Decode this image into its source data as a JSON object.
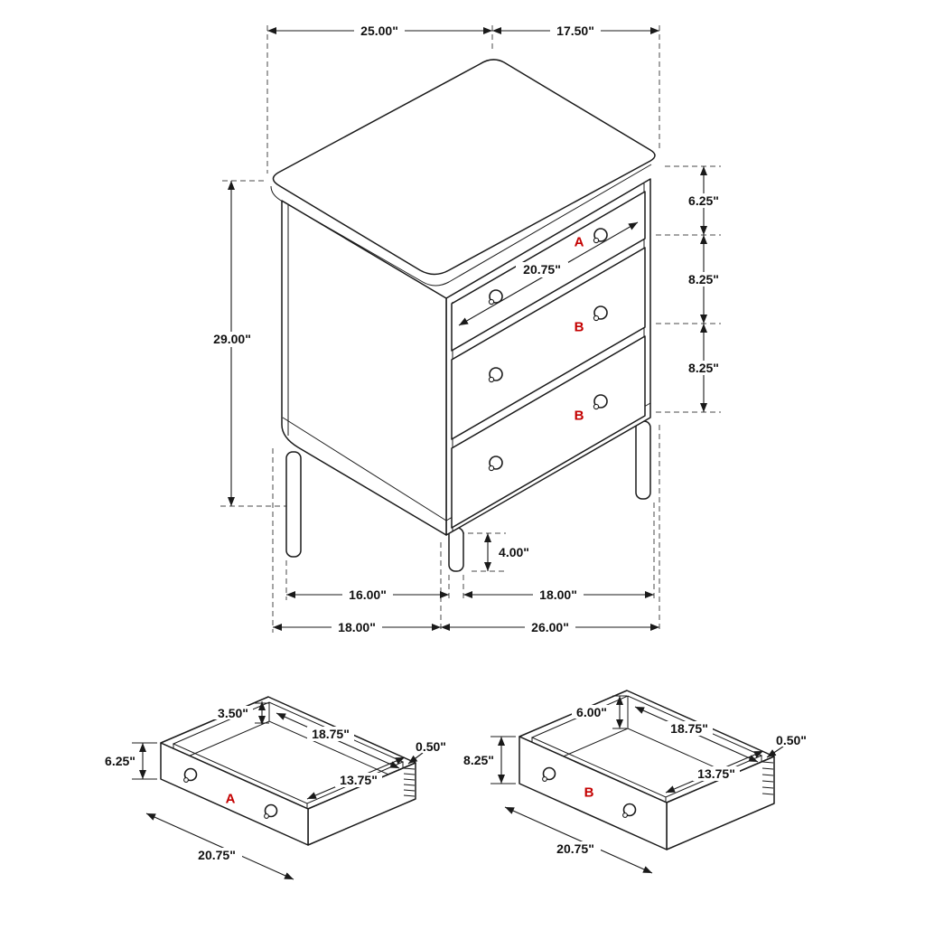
{
  "colors": {
    "drawer_label": "#c40000",
    "line": "#1a1a1a"
  },
  "main_view": {
    "top_width": "25.00\"",
    "top_depth": "17.50\"",
    "drawer_a_height": "6.25\"",
    "drawer_b_height": "8.25\"",
    "drawer_b2_height": "8.25\"",
    "overall_height": "29.00\"",
    "drawer_front_width": "20.75\"",
    "leg_height": "4.00\"",
    "leg_spacing_depth": "16.00\"",
    "leg_spacing_width": "18.00\"",
    "base_depth": "18.00\"",
    "base_width": "26.00\"",
    "drawer_a_label": "A",
    "drawer_b_label": "B",
    "drawer_b2_label": "B"
  },
  "drawer_a_view": {
    "label": "A",
    "inner_height": "3.50\"",
    "inner_width": "18.75\"",
    "side_thickness": "0.50\"",
    "inner_depth": "13.75\"",
    "front_height": "6.25\"",
    "front_width": "20.75\""
  },
  "drawer_b_view": {
    "label": "B",
    "inner_height": "6.00\"",
    "inner_width": "18.75\"",
    "side_thickness": "0.50\"",
    "inner_depth": "13.75\"",
    "front_height": "8.25\"",
    "front_width": "20.75\""
  }
}
